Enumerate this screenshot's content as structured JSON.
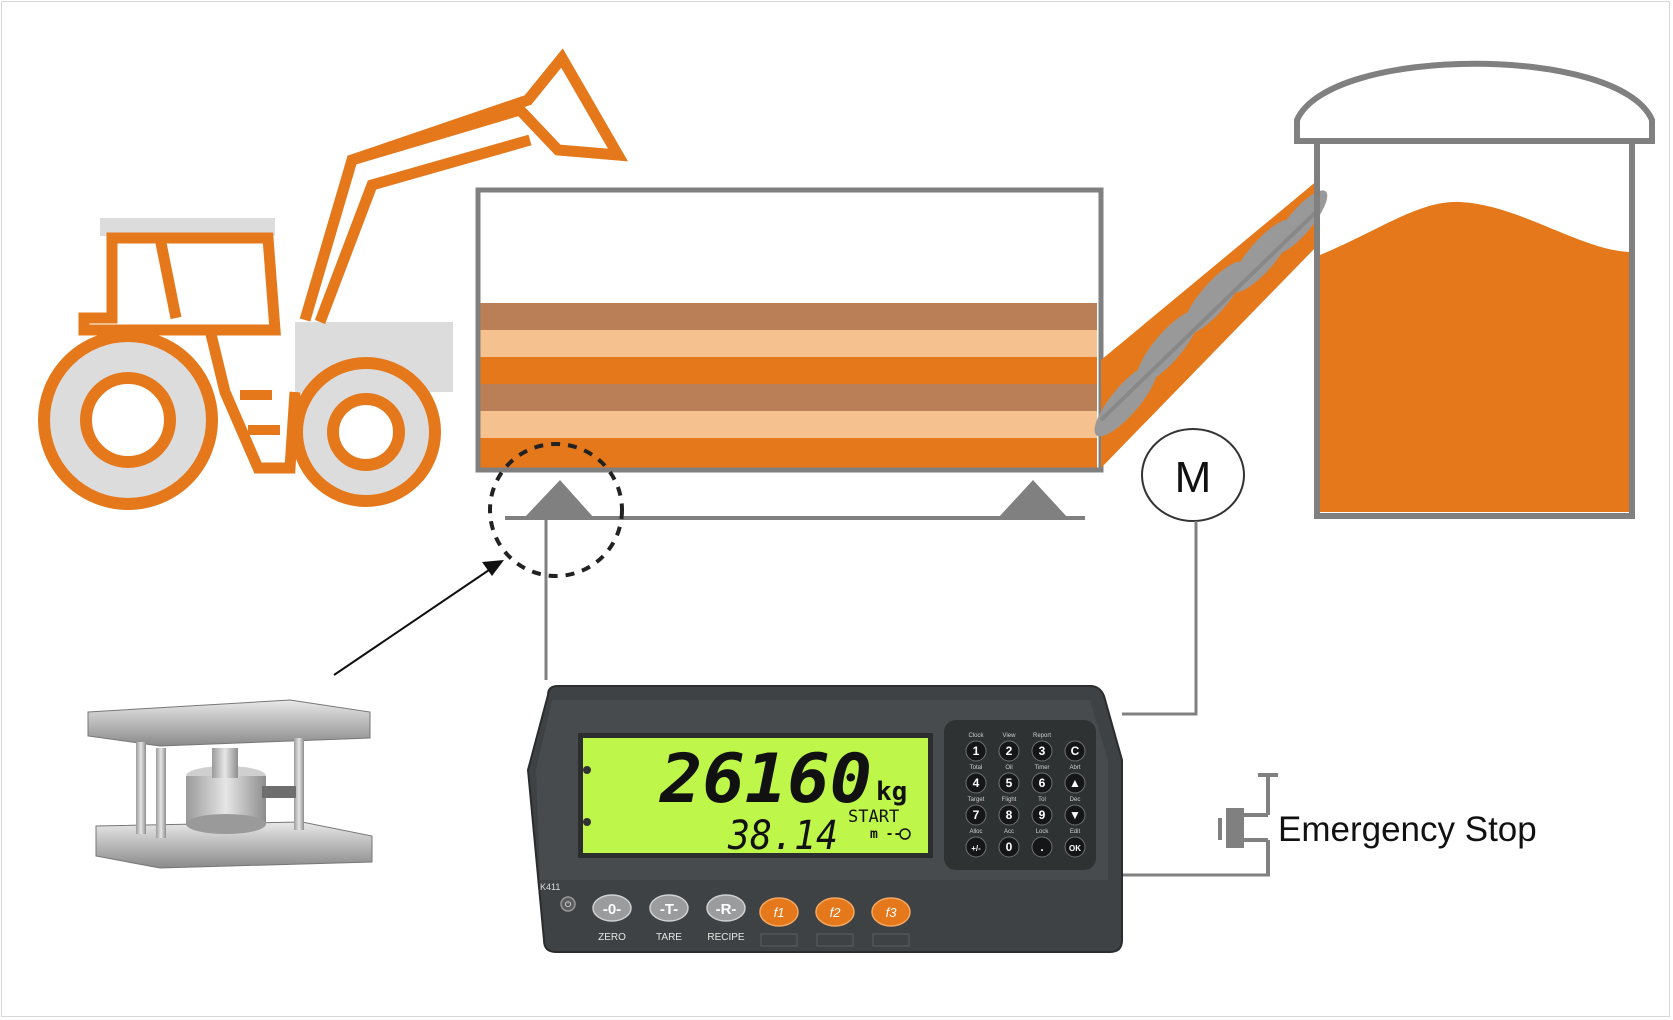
{
  "colors": {
    "orange": "#E4781B",
    "gray": "#808080",
    "lightgray": "#DCDCDC",
    "brown": "#BB7F58",
    "peach": "#F5C28F",
    "lcd": "#BFF64A",
    "housing": "#3E4244"
  },
  "motor": {
    "label": "M"
  },
  "emergency_stop": {
    "label": "Emergency Stop"
  },
  "indicator": {
    "model": "K411",
    "display": {
      "weight": "26160",
      "unit": "kg",
      "secondary": "38.14",
      "status_top": "START",
      "status_bottom": "m --"
    },
    "front_keys": [
      {
        "symbol": "-0-",
        "label": "ZERO"
      },
      {
        "symbol": "-T-",
        "label": "TARE"
      },
      {
        "symbol": "-R-",
        "label": "RECIPE"
      }
    ],
    "function_keys": [
      "f1",
      "f2",
      "f3"
    ],
    "keypad": [
      {
        "caption": "Clock",
        "key": "1"
      },
      {
        "caption": "View",
        "key": "2"
      },
      {
        "caption": "Report",
        "key": "3"
      },
      {
        "caption": "",
        "key": "C"
      },
      {
        "caption": "Total",
        "key": "4"
      },
      {
        "caption": "Oil",
        "key": "5"
      },
      {
        "caption": "Timer",
        "key": "6"
      },
      {
        "caption": "Abrt",
        "key": "▲"
      },
      {
        "caption": "Target",
        "key": "7"
      },
      {
        "caption": "Flight",
        "key": "8"
      },
      {
        "caption": "Tol",
        "key": "9"
      },
      {
        "caption": "Dec",
        "key": "▼"
      },
      {
        "caption": "Alloc",
        "key": "+/-"
      },
      {
        "caption": "Acc",
        "key": "0"
      },
      {
        "caption": "Lock",
        "key": "."
      },
      {
        "caption": "Edit",
        "key": "OK"
      }
    ]
  }
}
